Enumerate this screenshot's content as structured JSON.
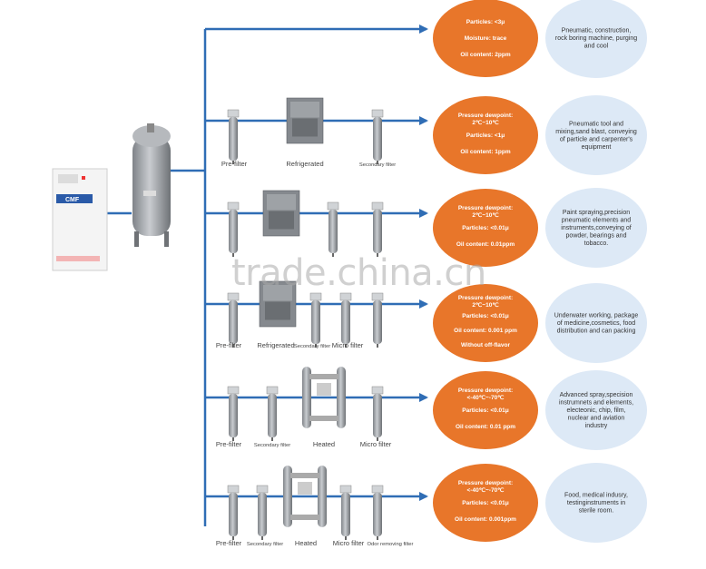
{
  "watermark": "trade.china.cn",
  "compressor_logo": "CMF",
  "colors": {
    "line": "#2f6db5",
    "orange": "#e8762a",
    "bubble": "#dde9f6",
    "equipment": "#9a9ea3"
  },
  "rows": [
    {
      "equipment_labels": [],
      "specs": [
        "Particles: <3μ",
        "Moisture: trace",
        "Oil content: 2ppm"
      ],
      "application": "Pneumatic, construction, rock boring machine, purging and cool"
    },
    {
      "equipment_labels": [
        "Pre-filter",
        "Refrigerated",
        "Secondary filter"
      ],
      "specs": [
        "Pressure dewpoint: 2℃~10℃",
        "Particles: <1μ",
        "Oil content: 1ppm"
      ],
      "application": "Pneumatic tool and mixing,sand blast, conveying of particle and carpenter's equipment"
    },
    {
      "equipment_labels": [],
      "specs": [
        "Pressure dewpoint: 2℃~10℃",
        "Particles: <0.01μ",
        "Oil content: 0.01ppm"
      ],
      "application": "Paint spraying,precision pneumatic elements and instruments,conveying of powder, bearings and tobacco."
    },
    {
      "equipment_labels": [
        "Pre-filter",
        "Refrigerated",
        "Secondary filter",
        "Micro filter"
      ],
      "specs": [
        "Pressure dewpoint: 2℃~10℃",
        "Particles: <0.01μ",
        "Oil content: 0.001 ppm",
        "Without off-flavor"
      ],
      "application": "Underwater working, package of medicine,cosmetics, food distribution and can packing"
    },
    {
      "equipment_labels": [
        "Pre-filter",
        "Secondary filter",
        "Heated",
        "Micro filter"
      ],
      "specs": [
        "Pressure dewpoint: <-40℃~-70℃",
        "Particles: <0.01μ",
        "Oil content: 0.01 ppm"
      ],
      "application": "Advanced spray,specision instrumnets and elements, electeonic, chip, film, nuclear and aviation industry"
    },
    {
      "equipment_labels": [
        "Pre-filter",
        "Secondary filter",
        "Heated",
        "Micro filter",
        "Odor removing filter"
      ],
      "specs": [
        "Pressure dewpoint: <-40℃~-70℃",
        "Particles: <0.01μ",
        "Oil content: 0.001ppm"
      ],
      "application": "Food, medical indusry, testinginstruments in sterile room."
    }
  ]
}
